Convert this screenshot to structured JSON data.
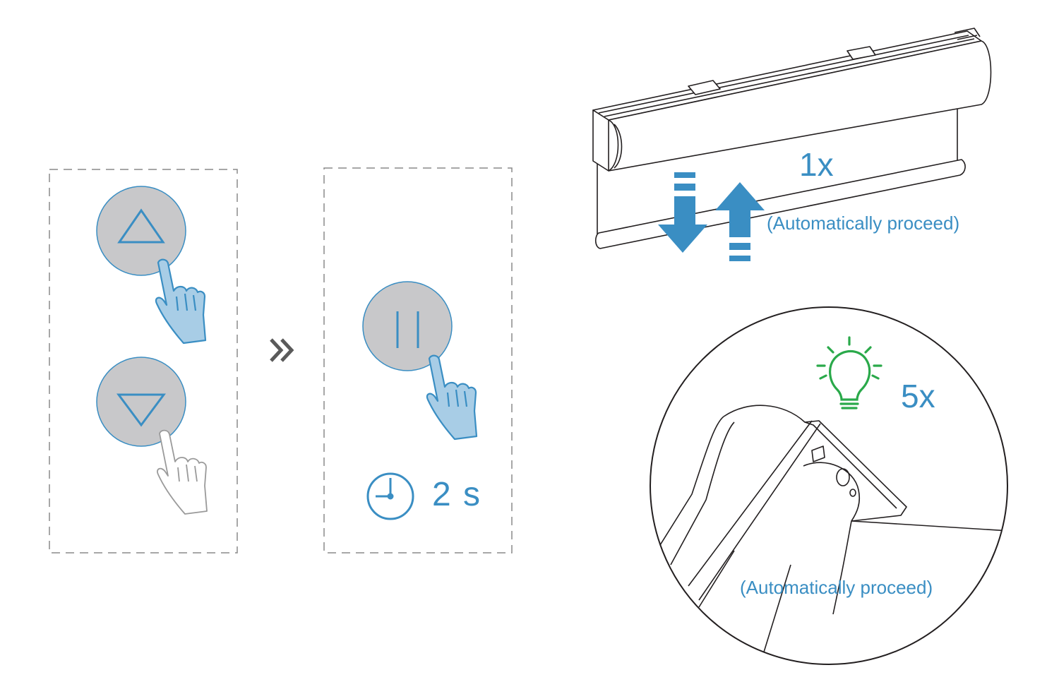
{
  "step1": {
    "up_button_icon": "triangle-up-icon",
    "down_button_icon": "triangle-down-icon"
  },
  "arrow_icon": "double-chevron-right-icon",
  "step2": {
    "pause_button_icon": "pause-icon",
    "hold_time": "2 s",
    "timer_icon": "clock-icon"
  },
  "shade": {
    "count": "1x",
    "note": "(Automatically proceed)"
  },
  "detail": {
    "count": "5x",
    "note": "(Automatically proceed)",
    "indicator_icon": "lightbulb-icon"
  },
  "colors": {
    "accent": "#3a8ec3",
    "button_fill": "#c8c8ca",
    "light_green": "#2aa94a",
    "line": "#231f20"
  }
}
